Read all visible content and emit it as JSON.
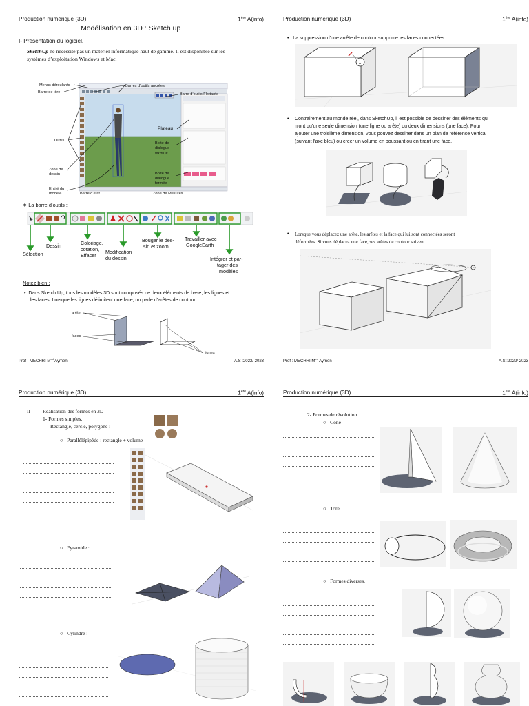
{
  "header": {
    "left": "Production numérique (3D)",
    "right_num": "1",
    "right_sup": "ère",
    "right_rest": "A(info)"
  },
  "footer": {
    "prof": "Prof : MECHRI M",
    "prof_sup": "ed",
    "prof_rest": " Aymen",
    "year": "A.S :2022/ 2023"
  },
  "page1": {
    "title": "Modélisation en 3D : Sketch up",
    "section": "I- Présentation du logiciel.",
    "intro_bold": "SketchUp",
    "intro_rest1": " ne nécessite pas un matériel informatique haut de gamme. Il est disponible sur les",
    "intro_line2": "systèmes d’exploitation Windows et Mac.",
    "callouts": {
      "menus": "Menus déroulants",
      "barre_titre": "Barre de titre",
      "outils_ancrees": "Barres d’outils ancrées",
      "outils_flottante": "Barre d’outils Flottante",
      "outils": "Outils",
      "zone_dessin_1": "Zone de",
      "zone_dessin_2": "dessin",
      "entite_1": "Entité du",
      "entite_2": "modèle",
      "barre_etat": "Barre d’état",
      "zone_mesures": "Zone de Mesures",
      "plateau": "Plateau",
      "boite_ouverte": [
        "Boite de",
        "dialogue",
        "ouverte"
      ],
      "boite_fermee": [
        "Boite de",
        "dialogue",
        "fermée"
      ]
    },
    "toolbar_heading": "La barre d’outils :",
    "toolbar_labels": {
      "selection": "Sélection",
      "dessin": "Dessin",
      "coloriage": [
        "Coloriage,",
        "cotation,",
        "Effacer"
      ],
      "modification": [
        "Modification",
        "du dessin"
      ],
      "bouger": [
        "Bouger le des-",
        "sin et zoom"
      ],
      "travailler": [
        "Travailler avec",
        "GoogleEarth"
      ],
      "integrer": [
        "Intégrer et par-",
        "tager des",
        "modèles"
      ]
    },
    "notez_bien": "Notez bien :",
    "bullet1_line1": "Dans Sketch Up, tous les modèles 3D sont composés de deux éléments de base, les lignes et",
    "bullet1_line2": "les faces. Lorsque les lignes délimitent une face, on parle d’arêtes de contour.",
    "fig_labels": {
      "arete": "arête",
      "faces": "faces",
      "lignes": "lignes"
    }
  },
  "page2": {
    "bullet1": "La suppression d’une arrête de contour supprime les faces connectées.",
    "bullet2_lines": [
      "Contrairement au monde réel, dans SketchUp, il est possible de dessiner des éléments qui",
      "n’ont qu’une seule dimension (une ligne ou arête) ou deux dimensions (une face). Pour",
      "ajouter une troisième dimension, vous pouvez dessiner dans un plan de référence vertical",
      "(suivant l’axe bleu) ou creer un volume en poussant ou en tirant une face."
    ],
    "bullet3_lines": [
      "Lorsque vous déplacez une arête, les arêtes et la face qui lui sont connectées seront",
      "déformées. Si vous déplacez une face, ses arêtes de contour suivent."
    ],
    "marker": "1"
  },
  "page3": {
    "section": "II-",
    "section_title": "Réalisation des formes en 3D",
    "sub1": "1-  Formes simples.",
    "sub1_detail": "Rectangle, cercle, polygone :",
    "item1": "Parallélépipède : rectangle + volume",
    "item2": "Pyramide :",
    "item3": "Cylindre :"
  },
  "page4": {
    "sub2": "2-  Formes de révolution.",
    "item1": "Cône",
    "item2": "Tore.",
    "item3": "Formes diverses."
  }
}
